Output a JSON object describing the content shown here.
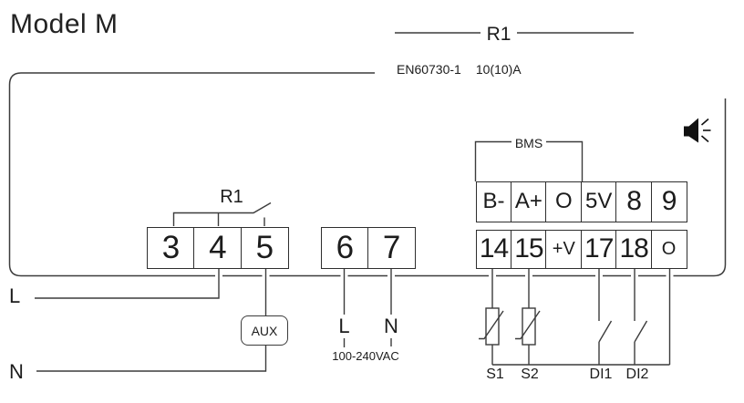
{
  "title": "Model M",
  "top_relay": {
    "label": "R1"
  },
  "rating": {
    "standard": "EN60730-1",
    "current": "10(10)A"
  },
  "relay": {
    "label": "R1"
  },
  "bus": {
    "label": "BMS"
  },
  "blocks": {
    "relay": {
      "cells": [
        "3",
        "4",
        "5"
      ]
    },
    "supply": {
      "cells": [
        "6",
        "7"
      ]
    },
    "io_top": {
      "cells": [
        "B-",
        "A+",
        "O",
        "5V",
        "8",
        "9"
      ]
    },
    "io_bottom": {
      "cells": [
        "14",
        "15",
        "+V",
        "17",
        "18",
        "O"
      ]
    }
  },
  "mains_left": {
    "line": "L",
    "neutral": "N"
  },
  "supply_labels": {
    "line": "L",
    "neutral": "N",
    "voltage": "100-240VAC"
  },
  "aux": {
    "label": "AUX"
  },
  "probes": {
    "s1": "S1",
    "s2": "S2"
  },
  "digital_inputs": {
    "di1": "DI1",
    "di2": "DI2"
  },
  "icons": {
    "buzzer": "speaker-sound-icon"
  },
  "colors": {
    "diagram_line": "#3c3c3c",
    "block_border": "#2e2e2e",
    "text": "#1c1c1c"
  }
}
